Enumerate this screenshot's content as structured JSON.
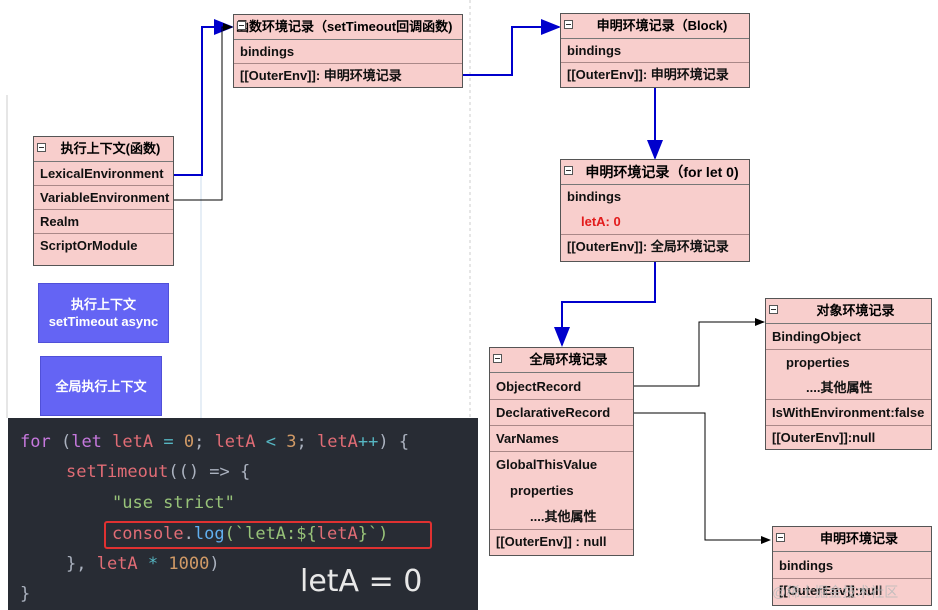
{
  "exec_ctx": {
    "title": "执行上下文(函数)",
    "rows": [
      "LexicalEnvironment",
      "VariableEnvironment",
      "Realm",
      "ScriptOrModule"
    ]
  },
  "timeout_ctx": {
    "line1": "执行上下文",
    "line2": "setTimeout async"
  },
  "global_ctx": {
    "label": "全局执行上下文"
  },
  "func_env": {
    "title": "函数环境记录（setTimeout回调函数)",
    "bindings": "bindings",
    "outer": "[[OuterEnv]]:  申明环境记录"
  },
  "block_env": {
    "title": "申明环境记录（Block)",
    "bindings": "bindings",
    "outer": "[[OuterEnv]]:  申明环境记录"
  },
  "for_env": {
    "title": "申明环境记录（for let 0)",
    "bindings": "bindings",
    "leta": "letA: 0",
    "outer": "[[OuterEnv]]: 全局环境记录"
  },
  "global_env": {
    "title": "全局环境记录",
    "rows": [
      "ObjectRecord",
      "DeclarativeRecord",
      "VarNames",
      "GlobalThisValue",
      "properties",
      "....其他属性",
      "[[OuterEnv]] :    null"
    ]
  },
  "object_env": {
    "title": "对象环境记录",
    "rows": [
      "BindingObject",
      "properties",
      "....其他属性",
      "IsWithEnvironment:false",
      "[[OuterEnv]]:null"
    ]
  },
  "decl_env": {
    "title": "申明环境记录",
    "bindings": "bindings",
    "outer": "[[OuterEnv]]:null"
  },
  "code": {
    "line1": {
      "for": "for",
      "open": " (",
      "let": "let",
      "var1": " letA",
      "eq": " =",
      "zero": " 0",
      "semi1": ";",
      "var2": " letA",
      "lt": " <",
      "three": " 3",
      "semi2": ";",
      "var3": " letA",
      "inc": "++",
      "close": ") {"
    },
    "line2": {
      "fn": "setTimeout",
      "rest": "(() => {"
    },
    "line3": {
      "str": "\"use strict\""
    },
    "line4": {
      "obj": "console",
      "dot": ".",
      "fn": "log",
      "open": "(`letA:${",
      "var": "letA",
      "close": "}`)"
    },
    "line5": {
      "pre": "},",
      "var": " letA",
      "mul": " *",
      "num": " 1000",
      "close": ")"
    },
    "line6": {
      "brace": "}"
    },
    "output": "letA = 0"
  },
  "watermark": "@稀土掘金技术社区",
  "colors": {
    "box_fill": "#f8cecc",
    "arrow_blue": "#0000cc",
    "button_blue": "#6464f4",
    "code_bg": "#282c34",
    "highlight": "#e03131",
    "red_text": "#e21b1b"
  }
}
